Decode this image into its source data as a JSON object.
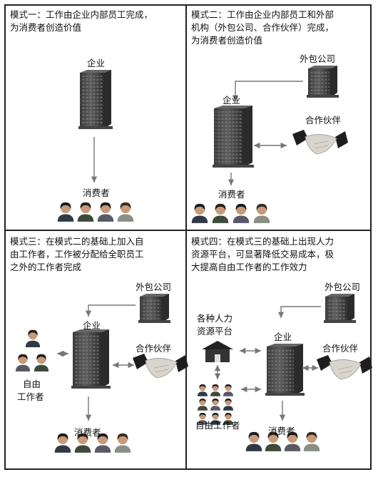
{
  "panels": [
    {
      "title_lines": [
        "模式一：工作由企业内部员工完成，",
        "为消费者创造价值"
      ],
      "labels": {
        "enterprise": "企业",
        "consumers": "消费者"
      }
    },
    {
      "title_lines": [
        "模式二：工作由企业内部员工和外部",
        "机构（外包公司、合作伙伴）完成，",
        "为消费者创造价值"
      ],
      "labels": {
        "enterprise": "企业",
        "outsource": "外包公司",
        "partner": "合作伙伴",
        "consumers": "消费者"
      }
    },
    {
      "title_lines": [
        "模式三：在模式二的基础上加入自",
        "由工作者，工作被分配给全职员工",
        "之外的工作者完成"
      ],
      "labels": {
        "enterprise": "企业",
        "outsource": "外包公司",
        "partner": "合作伙伴",
        "freelancer_1": "自由",
        "freelancer_2": "工作者",
        "consumers": "消费者"
      }
    },
    {
      "title_lines": [
        "模式四：在模式三的基础上出现人力",
        "资源平台，可显著降低交易成本，极",
        "大提高自由工作者的工作效力"
      ],
      "labels": {
        "enterprise": "企业",
        "outsource": "外包公司",
        "partner": "合作伙伴",
        "hr_1": "各种人力",
        "hr_2": "资源平台",
        "freelancers": "自由工作者",
        "consumers": "消费者"
      }
    }
  ],
  "icons": {
    "building": "office-building-icon",
    "people": "person-avatar-icon",
    "handshake": "handshake-icon",
    "house": "house-icon"
  }
}
